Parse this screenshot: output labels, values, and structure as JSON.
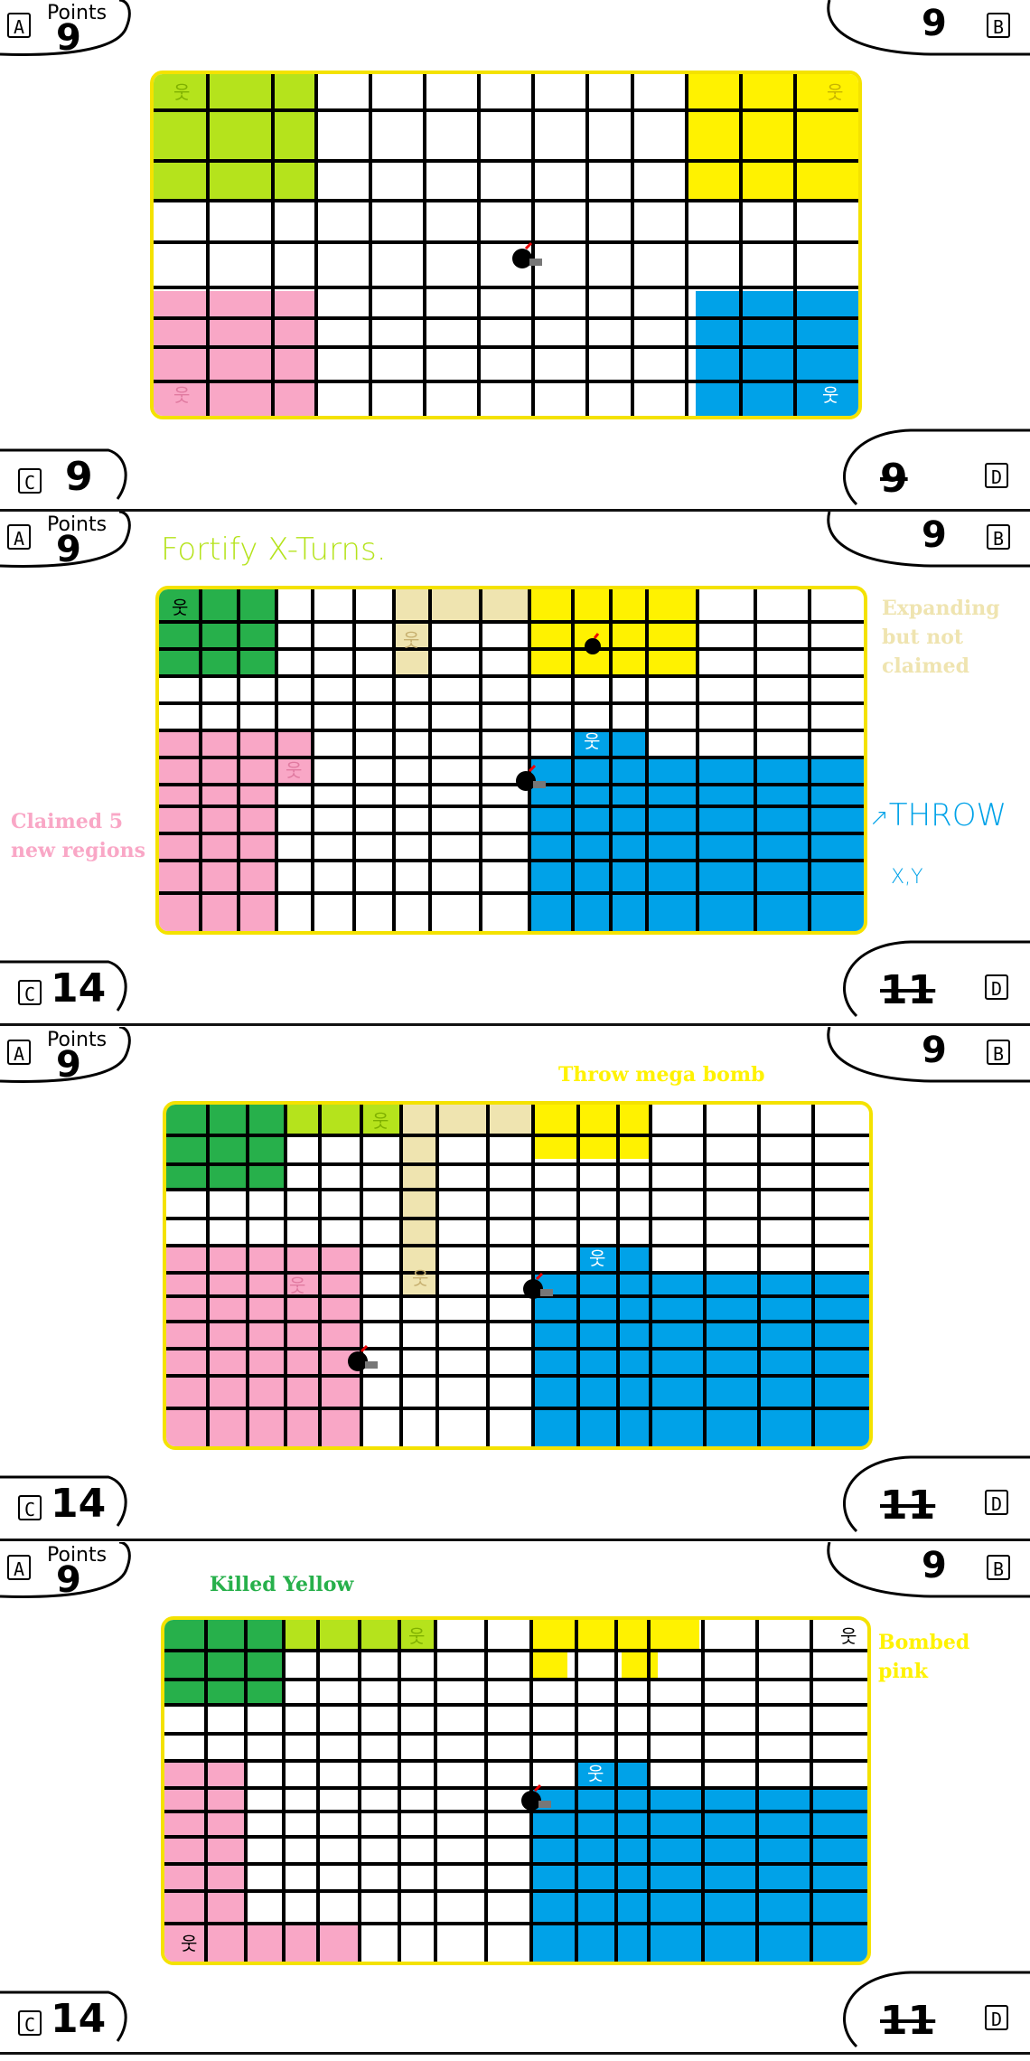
{
  "colors": {
    "green_light": "#b5e31c",
    "green_dark": "#27b04b",
    "yellow": "#fff200",
    "pink": "#f9a7c6",
    "blue": "#00a2e8",
    "tan": "#efe4b0",
    "board_border": "#f4e200",
    "grid": "#000000",
    "note_pink": "#f9a7c6",
    "note_tan": "#efe4b0",
    "note_yellow": "#fff200",
    "note_green": "#27b04b",
    "note_blue": "#00a2e8",
    "note_lime": "#b5e31c"
  },
  "icons": [
    "bomb-icon",
    "player-figure-icon",
    "throw-arrow-icon"
  ],
  "header": {
    "player_a_letter": "A",
    "points_label": "Points"
  },
  "panels": [
    {
      "player_a_points": "9",
      "player_b_points": "9",
      "player_b_letter": "B",
      "player_c_letter": "C",
      "player_c_points": "9",
      "player_d_points": "9",
      "player_d_letter": "D",
      "notes": []
    },
    {
      "player_a_points": "9",
      "player_b_points": "9",
      "player_b_letter": "B",
      "player_c_letter": "C",
      "player_c_points": "14",
      "player_d_points": "11",
      "player_d_letter": "D",
      "notes": [
        {
          "text": "Fortify X-Turns.",
          "color": "#b5e31c"
        },
        {
          "text": "Expanding but not claimed",
          "color": "#efe4b0"
        },
        {
          "text": "Claimed 5 new regions",
          "color": "#f9a7c6"
        },
        {
          "text": "THROW",
          "color": "#00a2e8"
        },
        {
          "text": "X,Y",
          "color": "#00a2e8"
        }
      ]
    },
    {
      "player_a_points": "9",
      "player_b_points": "9",
      "player_b_letter": "B",
      "player_c_letter": "C",
      "player_c_points": "14",
      "player_d_points": "11",
      "player_d_letter": "D",
      "notes": [
        {
          "text": "Throw mega bomb",
          "color": "#fff200"
        }
      ]
    },
    {
      "player_a_points": "9",
      "player_b_points": "9",
      "player_b_letter": "B",
      "player_c_letter": "C",
      "player_c_points": "14",
      "player_d_points": "11",
      "player_d_letter": "D",
      "notes": [
        {
          "text": "Killed Yellow",
          "color": "#27b04b"
        },
        {
          "text": "Bombed pink",
          "color": "#fff200"
        }
      ]
    }
  ]
}
